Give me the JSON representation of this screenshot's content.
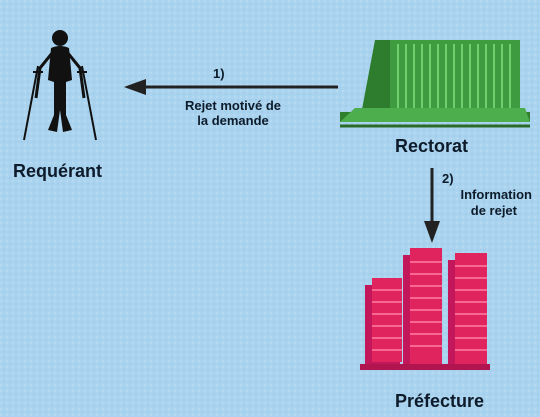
{
  "nodes": {
    "requerant": "Requérant",
    "rectorat": "Rectorat",
    "prefecture": "Préfecture"
  },
  "steps": {
    "step1": {
      "num": "1)",
      "line1": "Rejet motivé de",
      "line2": "la demande"
    },
    "step2": {
      "num": "2)",
      "line1": "Information",
      "line2": "de rejet"
    }
  },
  "colors": {
    "background": "#a9d3ee",
    "rectorat_building": "#3f9b3f",
    "prefecture_building": "#e0245e",
    "arrow": "#222222"
  },
  "icons": {
    "requerant": "person-with-crutches-icon",
    "rectorat": "green-building-icon",
    "prefecture": "pink-towers-icon"
  }
}
